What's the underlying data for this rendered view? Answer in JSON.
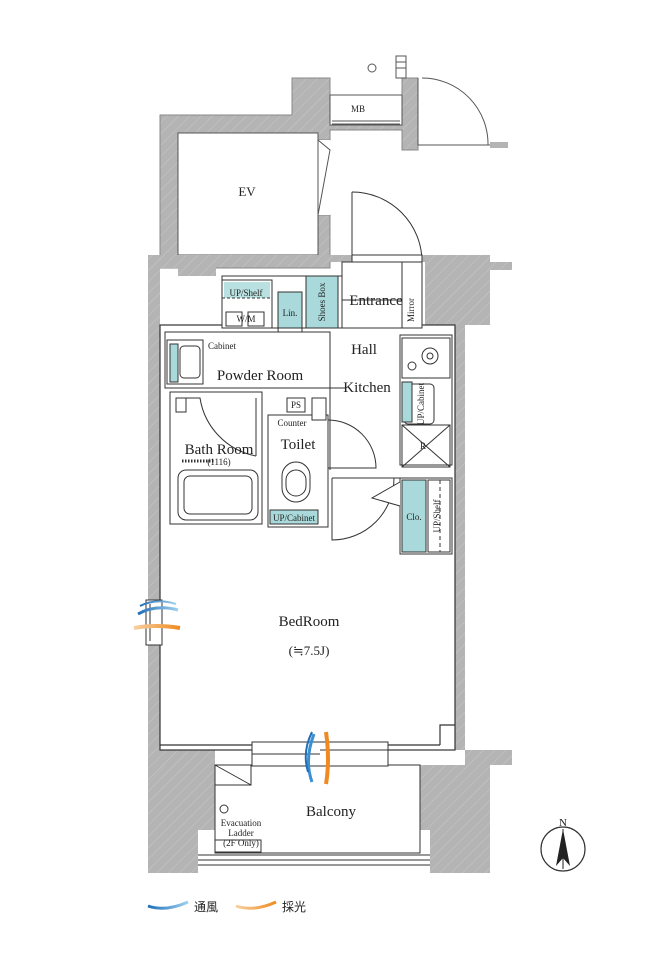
{
  "rooms": {
    "mb": "MB",
    "ev": "EV",
    "entrance": "Entrance",
    "mirror": "Mirror",
    "shoes_box": "Shoes Box",
    "lin": "Lin.",
    "up_shelf": "UP/Shelf",
    "wm": "W/M",
    "hall": "Hall",
    "kitchen": "Kitchen",
    "powder_room": "Powder Room",
    "cabinet": "Cabinet",
    "ps": "PS",
    "counter": "Counter",
    "toilet": "Toilet",
    "bath_room": "Bath Room",
    "bath_size": "(1116)",
    "up_cabinet_toilet": "UP/Cabinet",
    "up_cabinet_kitchen": "UP/Cabinet",
    "refrigerator": "R",
    "clo": "Clo.",
    "up_shelf_clo": "UP/Shelf",
    "bedroom": "BedRoom",
    "bedroom_size": "(≒7.5J)",
    "balcony": "Balcony",
    "evac_1": "Evacuation",
    "evac_2": "Ladder",
    "evac_3": "(2F Only)"
  },
  "compass": {
    "north": "N"
  },
  "legend": {
    "ventilation": "通風",
    "daylight": "採光",
    "ventilation_color": "#3a8fd0",
    "daylight_color": "#f0a040"
  },
  "colors": {
    "wall": "#b4b4b4",
    "fixture": "#a9d9da",
    "line": "#333333"
  }
}
